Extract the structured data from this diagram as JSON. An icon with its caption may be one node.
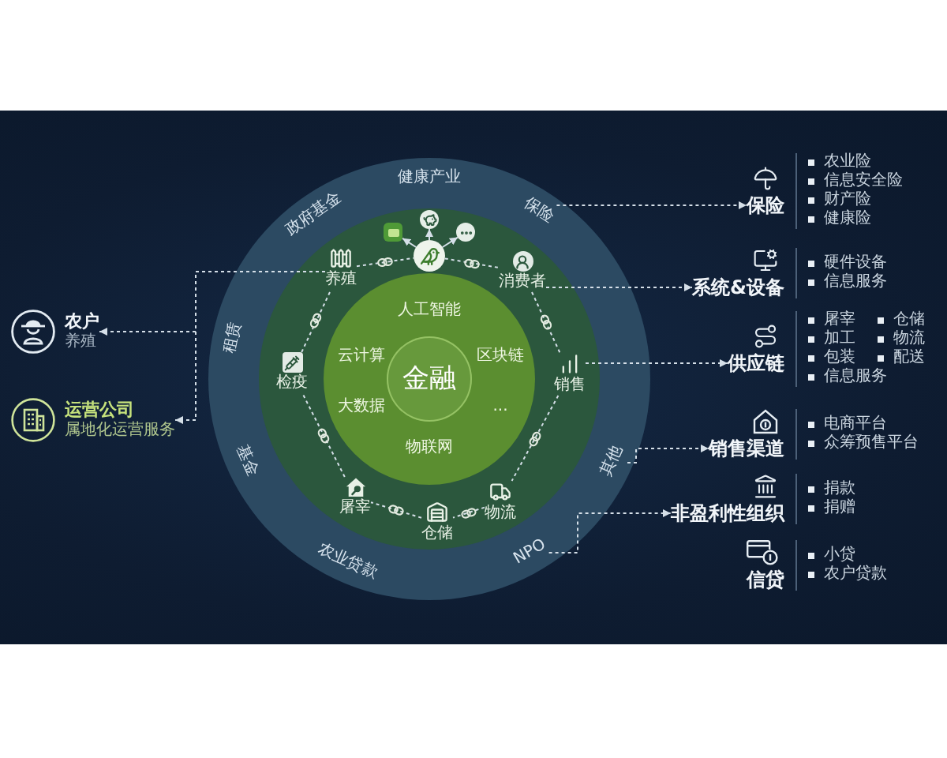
{
  "diagram": {
    "nodes": [
      {
        "text": [],
        "shape": "circle"
      },
      {
        "text": [
          "健康产业"
        ],
        "in": 0
      },
      {
        "text": [
          "政府基金"
        ],
        "in": 0
      },
      {
        "text": [
          "保险"
        ],
        "in": 0
      },
      {
        "text": [
          "租赁"
        ],
        "in": 0
      },
      {
        "text": [
          "其他"
        ],
        "in": 0
      },
      {
        "text": [
          "基金"
        ],
        "in": 0
      },
      {
        "text": [
          "农业贷款"
        ],
        "in": 0
      },
      {
        "text": [
          "NPO"
        ],
        "in": 0
      },
      {
        "text": [],
        "shape": "circle",
        "in": 0
      },
      {
        "text": [],
        "shape": "circle",
        "in": 9
      },
      {
        "text": [],
        "shape": "box",
        "in": 9
      },
      {
        "text": [],
        "shape": "circle",
        "in": 9
      },
      {
        "text": [],
        "shape": "circle",
        "in": 9
      },
      {
        "text": [
          "养殖"
        ],
        "in": 9
      },
      {
        "text": [
          "消费者"
        ],
        "in": 9
      },
      {
        "text": [
          "检疫"
        ],
        "in": 9
      },
      {
        "text": [
          "销售"
        ],
        "in": 9
      },
      {
        "text": [
          "屠宰"
        ],
        "in": 9
      },
      {
        "text": [
          "物流"
        ],
        "in": 9
      },
      {
        "text": [
          "仓储"
        ],
        "in": 9
      },
      {
        "text": [
          "人工智能",
          "云计算",
          "区块链",
          "大数据",
          "...",
          "物联网"
        ],
        "in": 9
      },
      {
        "text": [
          "金融"
        ],
        "in": 21
      },
      {
        "text": [
          "农户",
          "养殖"
        ]
      },
      {
        "text": [
          "运营公司",
          "属地化运营服务"
        ]
      },
      {
        "text": [
          "保险"
        ],
        "beside": [
          "农业险",
          "信息安全险",
          "财产险",
          "健康险"
        ]
      },
      {
        "text": [
          "系统&设备"
        ],
        "beside": [
          "硬件设备",
          "信息服务"
        ]
      },
      {
        "text": [
          "供应链"
        ],
        "beside": [
          "屠宰",
          "仓储",
          "加工",
          "物流",
          "包装",
          "配送",
          "信息服务"
        ]
      },
      {
        "text": [
          "销售渠道"
        ],
        "beside": [
          "电商平台",
          "众筹预售平台"
        ]
      },
      {
        "text": [
          "非盈利性组织"
        ],
        "beside": [
          "捐款",
          "捐赠"
        ]
      },
      {
        "text": [
          "信贷"
        ],
        "beside": [
          "小贷",
          "农户贷款"
        ]
      }
    ],
    "edges": [
      {
        "from": 14,
        "to": 23,
        "arrow": "to",
        "style": "dashed"
      },
      {
        "from": 14,
        "to": 24,
        "arrow": "to",
        "style": "dashed"
      },
      {
        "from": 3,
        "to": 25,
        "arrow": "to",
        "style": "dashed"
      },
      {
        "from": 15,
        "to": 26,
        "arrow": "to",
        "style": "dashed"
      },
      {
        "from": 17,
        "to": 27,
        "arrow": "to",
        "style": "dashed"
      },
      {
        "from": 5,
        "to": 28,
        "arrow": "to",
        "style": "dashed"
      },
      {
        "from": 8,
        "to": 29,
        "arrow": "to",
        "style": "dashed"
      },
      {
        "from": 10,
        "to": 11,
        "arrow": "to"
      },
      {
        "from": 10,
        "to": 12,
        "arrow": "to"
      },
      {
        "from": 10,
        "to": 13,
        "arrow": "to"
      },
      {
        "from": 14,
        "to": 10,
        "arrow": "none",
        "style": "dashed"
      },
      {
        "from": 10,
        "to": 15,
        "arrow": "none",
        "style": "dashed"
      },
      {
        "from": 15,
        "to": 17,
        "arrow": "none",
        "style": "dashed"
      },
      {
        "from": 17,
        "to": 19,
        "arrow": "none",
        "style": "dashed"
      },
      {
        "from": 19,
        "to": 20,
        "arrow": "none",
        "style": "dashed"
      },
      {
        "from": 20,
        "to": 18,
        "arrow": "none",
        "style": "dashed"
      },
      {
        "from": 18,
        "to": 16,
        "arrow": "none",
        "style": "dashed"
      },
      {
        "from": 16,
        "to": 14,
        "arrow": "none",
        "style": "dashed"
      }
    ]
  }
}
